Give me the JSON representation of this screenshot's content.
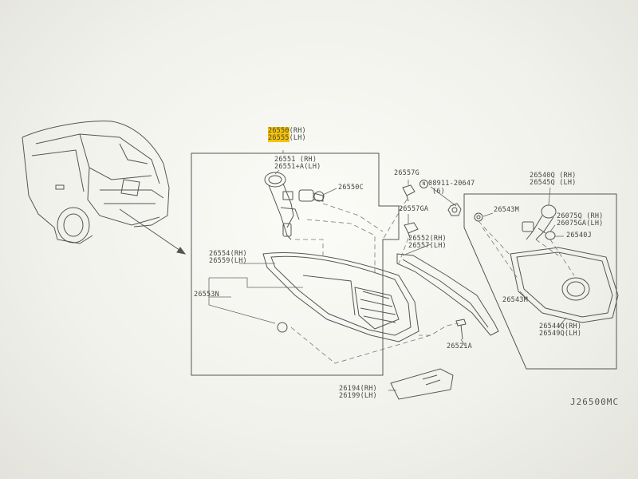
{
  "diagram": {
    "drawing_code": "J26500MC",
    "parts": {
      "p26550": {
        "l1": "26550",
        "l1s": "(RH)",
        "l2": "26555",
        "l2s": "(LH)"
      },
      "p26551": {
        "l1": "26551  (RH)",
        "l2": "26551+A(LH)"
      },
      "p26550c": "26550C",
      "p26557g": "26557G",
      "p08911": {
        "l1": "08911-20647",
        "l2": "(6)"
      },
      "p26557ga": "26557GA",
      "p26552": {
        "l1": "26552(RH)",
        "l2": "26557(LH)"
      },
      "p26554": {
        "l1": "26554(RH)",
        "l2": "26559(LH)"
      },
      "p26553n": "26553N",
      "p26521a": "26521A",
      "p26194": {
        "l1": "26194(RH)",
        "l2": "26199(LH)"
      },
      "p26540q": {
        "l1": "26540Q (RH)",
        "l2": "26545Q (LH)"
      },
      "p26543m_top": "26543M",
      "p26075q": {
        "l1": "26075Q  (RH)",
        "l2": "26075GA(LH)"
      },
      "p26540j": "26540J",
      "p26543m_bot": "26543M",
      "p26544q": {
        "l1": "26544Q(RH)",
        "l2": "26549Q(LH)"
      }
    }
  }
}
